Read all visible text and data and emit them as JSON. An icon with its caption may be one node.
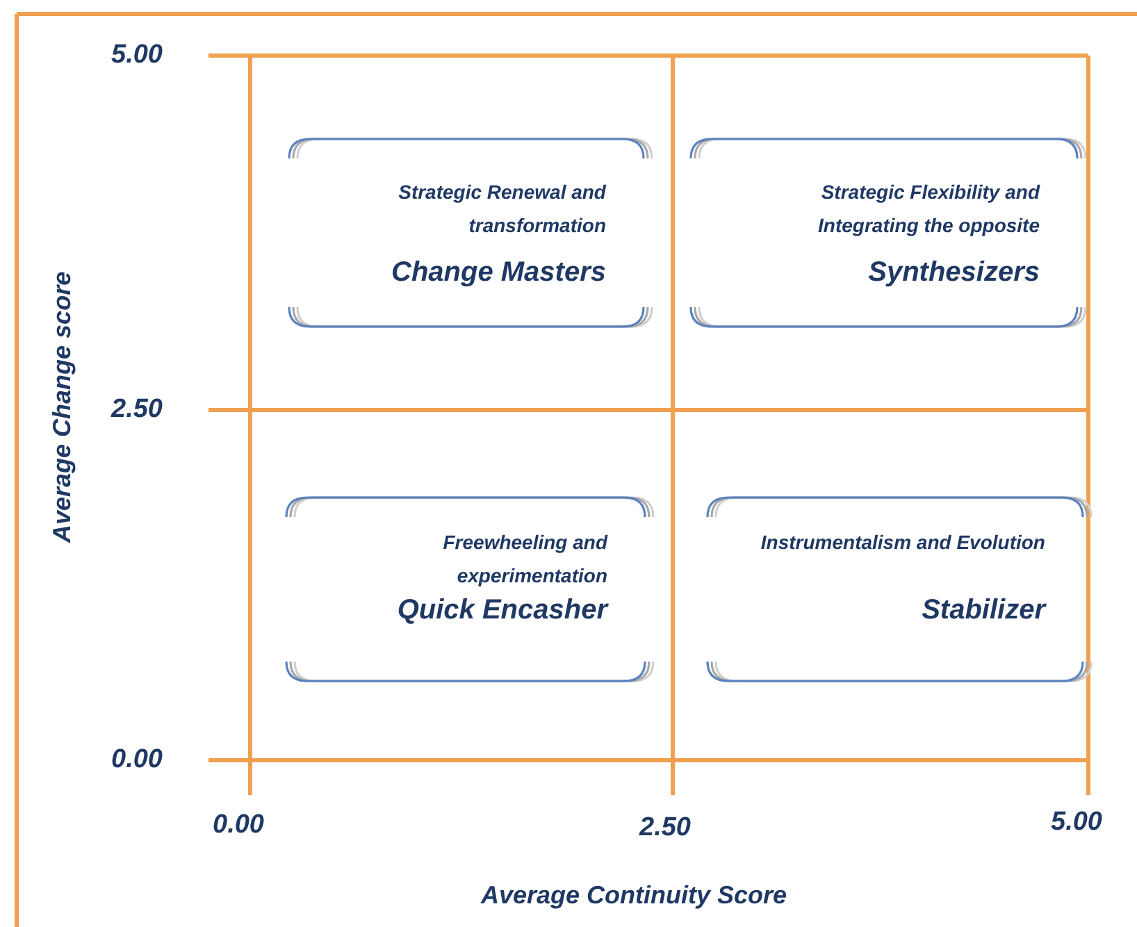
{
  "diagram": {
    "nodes": [
      {
        "text": [
          "Strategic Renewal and transformation",
          "Change Masters"
        ]
      },
      {
        "text": [
          "Strategic Flexibility and Integrating the opposite",
          "Synthesizers"
        ]
      },
      {
        "text": [
          "Freewheeling and experimentation",
          "Quick Encasher"
        ]
      },
      {
        "text": [
          "Instrumentalism and Evolution",
          "Stabilizer"
        ]
      }
    ],
    "edges": [],
    "labels": [
      "5.00",
      "2.50",
      "0.00",
      "0.00",
      "2.50",
      "5.00",
      "Average Change score",
      "Average Continuity Score"
    ]
  }
}
